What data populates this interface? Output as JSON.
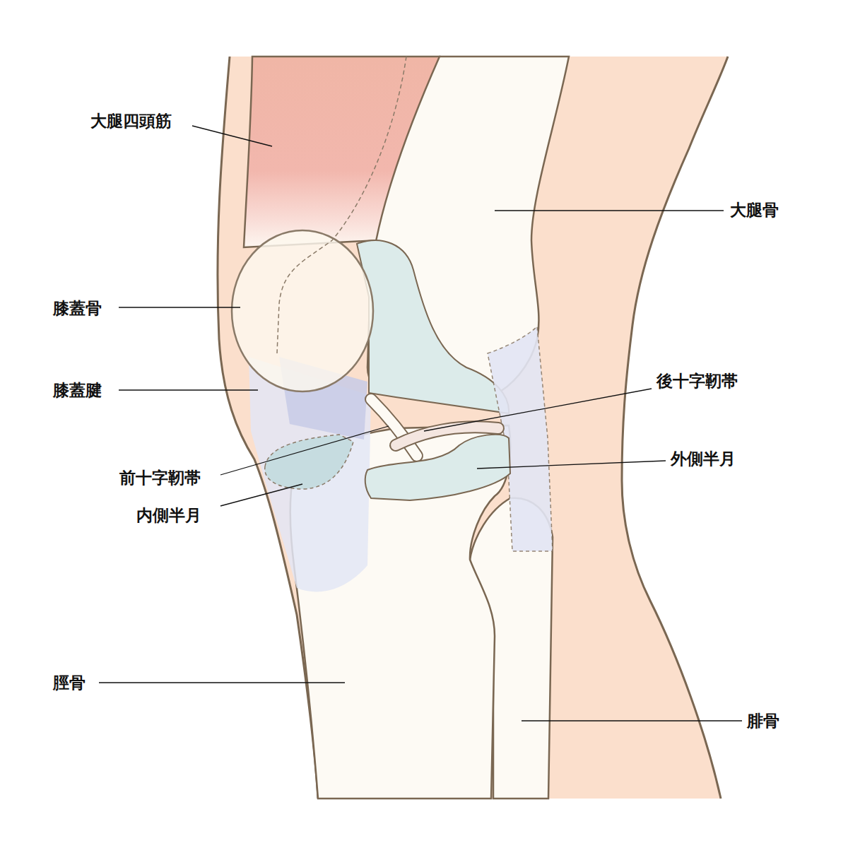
{
  "diagram": {
    "labels": [
      "大腿四頭筋",
      "大腿骨",
      "膝蓋骨",
      "膝蓋腱",
      "後十字靭帯",
      "外側半月",
      "前十字靭帯",
      "内側半月",
      "脛骨",
      "腓骨"
    ]
  }
}
